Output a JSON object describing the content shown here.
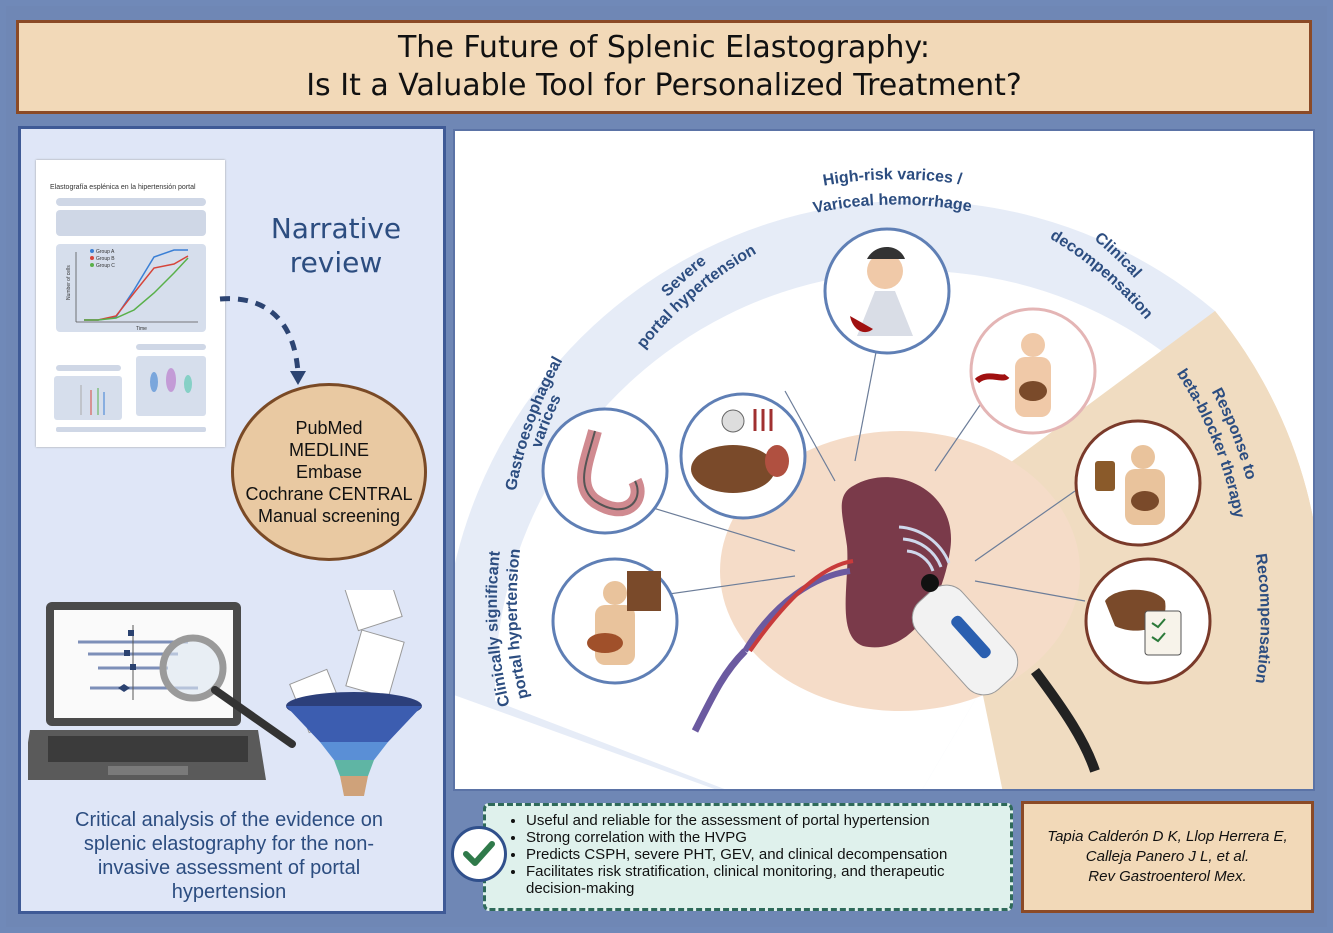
{
  "title": {
    "line1": "The Future of Splenic Elastography:",
    "line2": "Is It a Valuable Tool for Personalized Treatment?"
  },
  "left": {
    "doc_title": "Elastografía esplénica en la hipertensión portal",
    "doc_chart": {
      "legend": [
        "Group A",
        "Group B",
        "Group C"
      ],
      "ylabel": "Number of cells",
      "xlabel": "Time"
    },
    "narrative_line1": "Narrative",
    "narrative_line2": "review",
    "databases": [
      "PubMed",
      "MEDLINE",
      "Embase",
      "Cochrane CENTRAL",
      "Manual screening"
    ],
    "critical": [
      "Critical analysis of the evidence on",
      "splenic elastography for the non-",
      "invasive assessment of portal",
      "hypertension"
    ]
  },
  "diagram": {
    "labels": {
      "high_risk_1": "High-risk varices /",
      "high_risk_2": "Variceal hemorrhage",
      "severe_1": "Severe",
      "severe_2": "portal hypertension",
      "clinical_1": "Clinical",
      "clinical_2": "decompensation",
      "gastro_1": "Gastroesophageal",
      "gastro_2": "varices",
      "csph_1": "Clinically significant",
      "csph_2": "portal hypertension",
      "response_1": "Response to",
      "response_2": "beta-blocker therapy",
      "recomp": "Recompensation"
    },
    "colors": {
      "blue_band": "#e6ecf7",
      "tan_band": "#f0dcc1",
      "text": "#2c4d80",
      "spleen": "#7a3a4a"
    }
  },
  "summary": {
    "bullets": [
      "Useful and reliable for the assessment of portal hypertension",
      "Strong correlation with the HVPG",
      " Predicts CSPH, severe PHT, GEV, and clinical decompensation",
      "Facilitates risk stratification, clinical monitoring, and therapeutic decision-making"
    ],
    "check_icon": "checkmark-icon"
  },
  "citation": {
    "line1": "Tapia Calderón D K, Llop Herrera E,",
    "line2": "Calleja Panero J L, et al.",
    "line3": "Rev Gastroenterol Mex."
  }
}
